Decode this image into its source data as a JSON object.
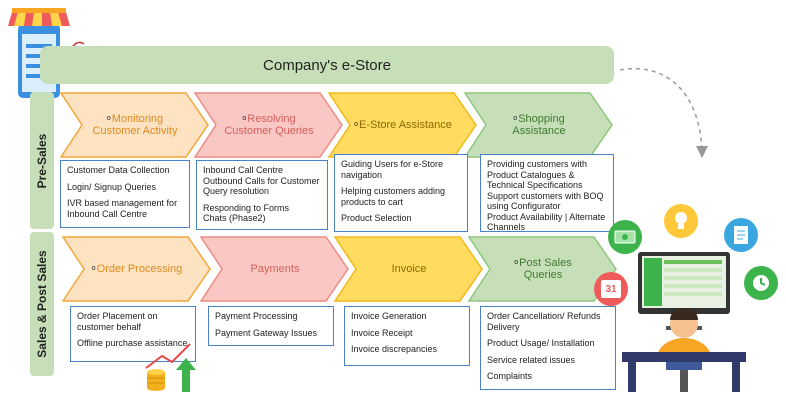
{
  "title": "Company's e-Store",
  "rows": [
    {
      "label": "Pre-Sales",
      "stages": [
        {
          "name": "Monitoring Customer Activity",
          "items": [
            "Customer Data Collection",
            "Login/ Signup Queries",
            "IVR based management for Inbound Call Centre"
          ]
        },
        {
          "name": "Resolving Customer Queries",
          "items": [
            "Inbound Call Centre\nOutbound Calls for Customer Query resolution",
            "Responding to Forms\nChats (Phase2)"
          ]
        },
        {
          "name": "E-Store Assistance",
          "items": [
            "Guiding Users for e-Store navigation",
            "Helping customers adding products to cart",
            "Product Selection"
          ]
        },
        {
          "name": "Shopping Assistance",
          "items": [
            "Providing customers with Product Catalogues & Technical Specifications\nSupport customers with BOQ using Configurator\nProduct Availability | Alternate Channels"
          ]
        }
      ]
    },
    {
      "label": "Sales & Post Sales",
      "stages": [
        {
          "name": "Order Processing",
          "items": [
            "Order Placement on customer behalf",
            "Offline purchase assistance"
          ]
        },
        {
          "name": "Payments",
          "items": [
            "Payment Processing",
            "Payment Gateway Issues"
          ]
        },
        {
          "name": "Invoice",
          "items": [
            "Invoice Generation",
            "Invoice Receipt",
            "Invoice discrepancies"
          ]
        },
        {
          "name": "Post Sales Queries",
          "items": [
            "Order Cancellation/ Refunds Delivery",
            "Product Usage/ Installation",
            "Service related issues",
            "Complaints"
          ]
        }
      ]
    }
  ],
  "calendar_day": "31",
  "colors": {
    "orange": "#fde3c2",
    "orange_stroke": "#f3a63a",
    "pink": "#f9c7c4",
    "pink_stroke": "#ef8b84",
    "yellow": "#ffdc60",
    "yellow_stroke": "#f3b81a",
    "green": "#c6dfb8",
    "green_stroke": "#8ec77b",
    "box_border": "#4a82c8",
    "banner": "#c6dfb8"
  }
}
